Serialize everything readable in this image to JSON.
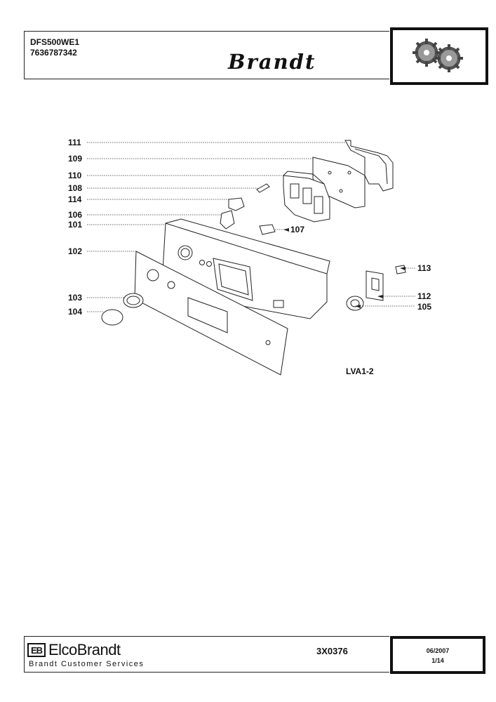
{
  "header": {
    "model": "DFS500WE1",
    "code": "7636787342",
    "brand": "Brandt"
  },
  "diagram": {
    "labels": [
      {
        "id": "111"
      },
      {
        "id": "109"
      },
      {
        "id": "110"
      },
      {
        "id": "108"
      },
      {
        "id": "114"
      },
      {
        "id": "106"
      },
      {
        "id": "101"
      },
      {
        "id": "102"
      },
      {
        "id": "103"
      },
      {
        "id": "104"
      },
      {
        "id": "107"
      },
      {
        "id": "113"
      },
      {
        "id": "112"
      },
      {
        "id": "105"
      }
    ],
    "reference": "LVA1-2"
  },
  "footer": {
    "company": "ElcoBrandt",
    "logo_mark": "EB",
    "service": "Brandt Customer Services",
    "doc_number": "3X0376",
    "date": "06/2007",
    "page": "1/14"
  }
}
